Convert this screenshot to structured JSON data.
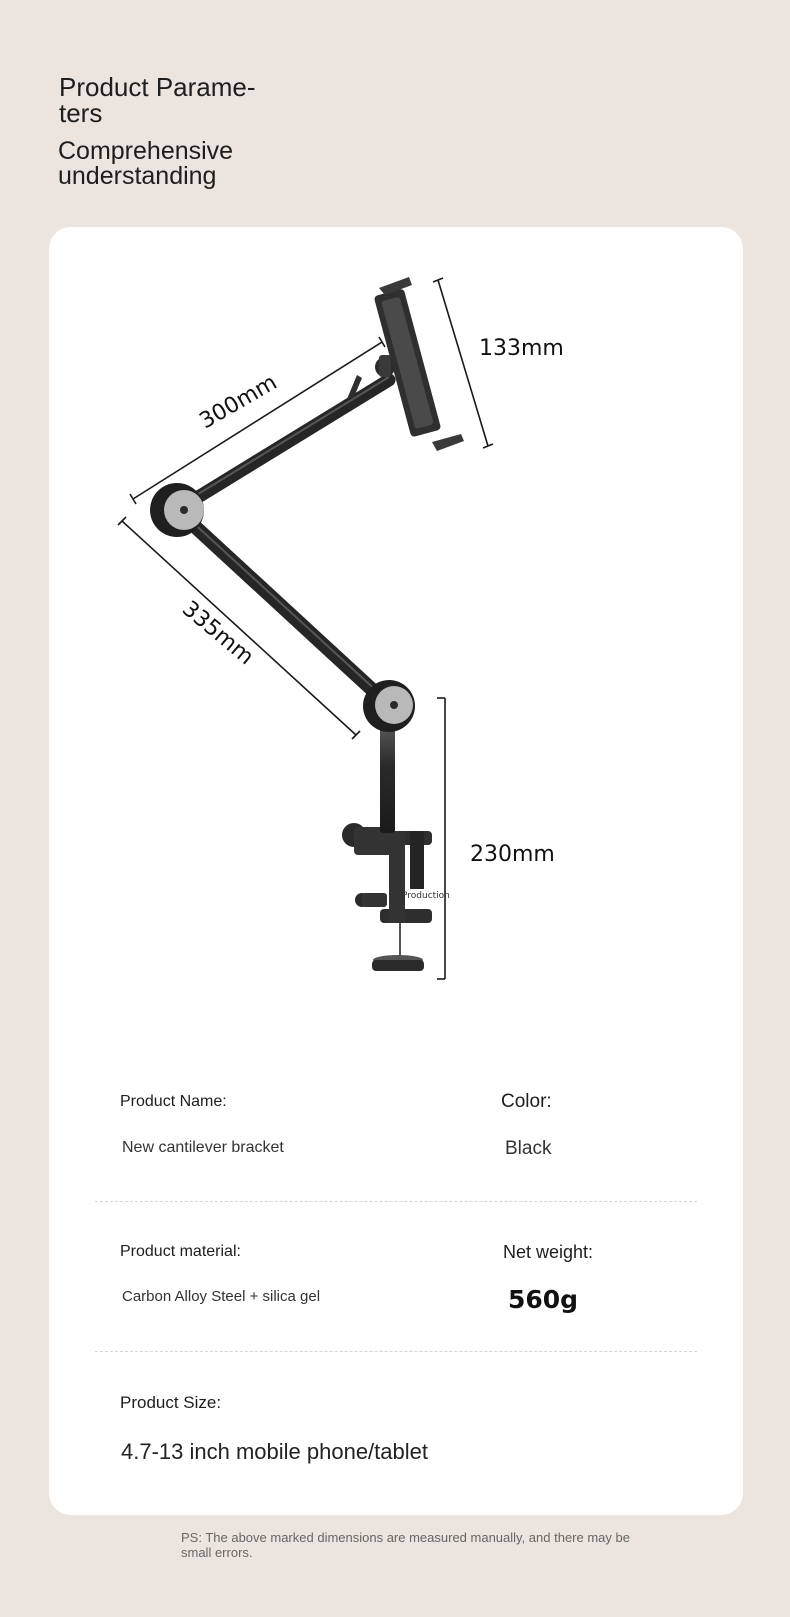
{
  "header": {
    "title": "Product Parame- ters",
    "title_line1": "Product Parame-",
    "title_line2": "ters",
    "subtitle": "Comprehensive understanding"
  },
  "dimensions": {
    "arm_upper": "300mm",
    "arm_lower": "335mm",
    "holder": "133mm",
    "post": "230mm",
    "watermark": "Production"
  },
  "specs": {
    "product_name": {
      "label": "Product Name:",
      "value": "New cantilever bracket"
    },
    "color": {
      "label": "Color:",
      "value": "Black"
    },
    "material": {
      "label": "Product material:",
      "value": "Carbon Alloy Steel + silica gel"
    },
    "net_weight": {
      "label": "Net weight:",
      "value": "560g"
    },
    "size": {
      "label": "Product Size:",
      "value": "4.7-13 inch mobile phone/tablet"
    }
  },
  "footnote": "PS: The above marked dimensions are measured manually, and there may be small errors.",
  "colors": {
    "background": "#ece5df",
    "card": "#ffffff",
    "metal": "#3a3a3a"
  }
}
